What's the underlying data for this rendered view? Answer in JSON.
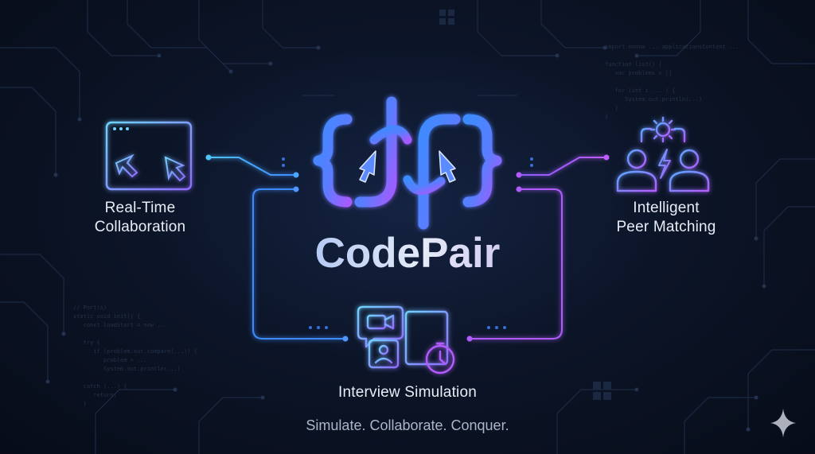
{
  "brand": {
    "name": "CodePair",
    "tagline": "Simulate. Collaborate. Conquer."
  },
  "features": {
    "realtime": {
      "line1": "Real-Time",
      "line2": "Collaboration",
      "icon": "code-editor-cursors-icon"
    },
    "matching": {
      "line1": "Intelligent",
      "line2": "Peer Matching",
      "icon": "peer-matching-icon"
    },
    "interview": {
      "label": "Interview Simulation",
      "icon": "interview-simulation-icon"
    }
  },
  "background_code": {
    "top_right": "import nonna ... applicationsContent ...\n\nfunction list() {\n   var problems = []\n\n   for (int i ... ) {\n      System.out.println(...)\n   }\n}",
    "bottom_left": "// Part(s)\nstatic void init() {\n   const loadStart = new ...\n\n   try {\n      if (problem.out.compare(...)) {\n         problem = ...\n         System.out.println(...)\n\n   catch (...) {\n      return;\n   }"
  },
  "colors": {
    "accent_blue": "#3d8bff",
    "accent_cyan": "#4fc3ff",
    "accent_violet": "#a35cff",
    "accent_magenta": "#c05bff"
  },
  "logo_icon": "bracket-cursor-logo-icon",
  "watermark_icon": "sparkle-icon"
}
